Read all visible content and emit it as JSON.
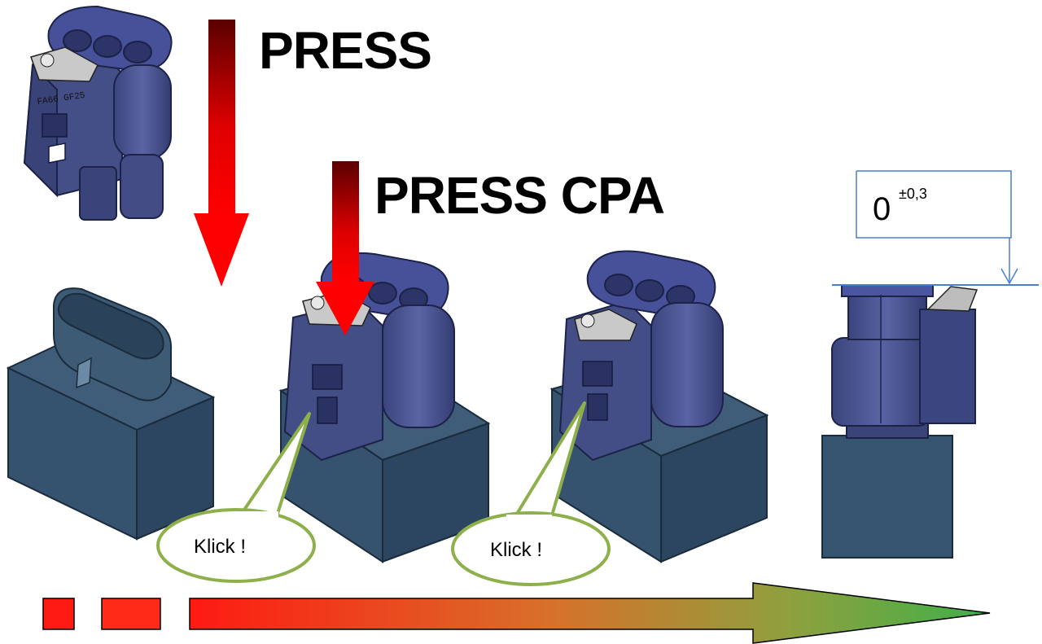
{
  "labels": {
    "press": "PRESS",
    "press_cpa": "PRESS CPA"
  },
  "callouts": [
    {
      "text": "Klick !"
    },
    {
      "text": "Klick !"
    }
  ],
  "tolerance": {
    "value": "0",
    "deviation": "±0,3"
  },
  "part_markings": {
    "connector_text": "FA66 GF25"
  },
  "progress": {
    "steps_shown": 3,
    "colors": {
      "start": "#ff1a12",
      "end": "#3fb04a"
    }
  },
  "colors": {
    "connector": "#434e86",
    "connector_dark": "#2c3464",
    "base": "#3a5670",
    "base_dark": "#263a4f",
    "arrow_red": "#ff0000",
    "arrow_dark": "#5a0000",
    "callout_stroke": "#8eb04a",
    "dimension_line": "#4a7fd0"
  }
}
